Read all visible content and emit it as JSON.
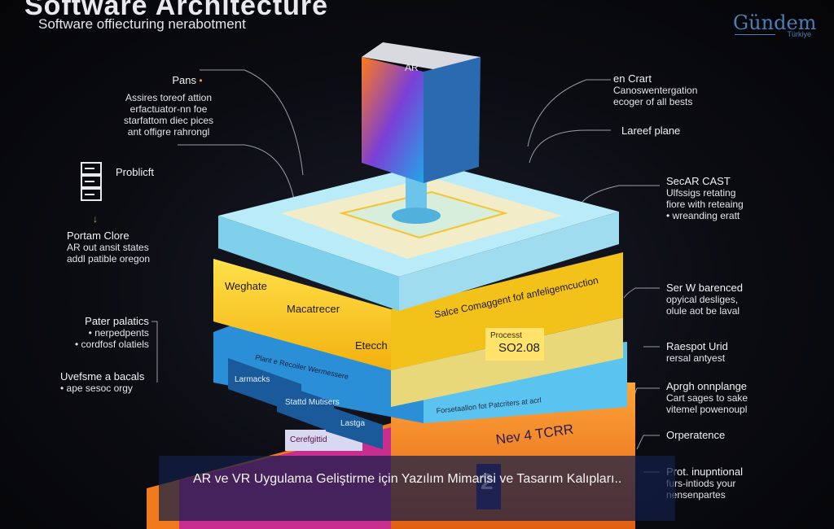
{
  "header": {
    "title_fragment": "Software Architecture",
    "subtitle": "Software offiecturing nerabotment"
  },
  "brand": {
    "name": "Gündem",
    "sub": "Türkiye"
  },
  "left_notes": [
    {
      "heading": "Pans",
      "lines": [
        "Assires toreof attion",
        "erfactuator-nn foe",
        "starfattom diec pices",
        "ant offigre rahrongl"
      ]
    },
    {
      "heading": "Problicft",
      "lines": []
    },
    {
      "heading": "Portam Clore",
      "lines": [
        "AR out ansit states",
        "addl patible oregon"
      ]
    },
    {
      "heading": "Pater palatics",
      "lines": [
        "• nerpedpents",
        "• cordfosf olatiels"
      ]
    },
    {
      "heading": "Uvefsme a bacals",
      "lines": [
        "• ape sesoc orgy"
      ]
    }
  ],
  "right_notes": [
    {
      "heading": "en Crart",
      "lines": [
        "Canoswentergation",
        "ecoger of all bests"
      ]
    },
    {
      "heading": "Lareef plane",
      "lines": []
    },
    {
      "heading": "SecAR CAST",
      "lines": [
        "Ulfssigs retating",
        "fiore with reteaing",
        "• wreanding eratt"
      ]
    },
    {
      "heading": "Ser W barenced",
      "lines": [
        "opyical desliges,",
        "olule aot be laval"
      ]
    },
    {
      "heading": "Raespot Urid",
      "lines": [
        "rersal antyest"
      ]
    },
    {
      "heading": "Aprgh onnplange",
      "lines": [
        "Cart sages to sake",
        "vitemel powenoupl"
      ]
    },
    {
      "heading": "Orperatence",
      "lines": []
    },
    {
      "heading": "Prot. inupntional",
      "lines": [
        "furs-intiods your",
        "nensenpartes"
      ]
    }
  ],
  "stack": {
    "top_device_label": "AR",
    "yellow_layer": {
      "front_words": [
        "Weghate",
        "Macatrecer",
        "Etecch"
      ],
      "side_text": "Salce Comaggent fof anfeligemcuction",
      "badge_small": "Processt",
      "badge_code": "SO2.08"
    },
    "blue_layer": {
      "header": "Plant e Recoiler Wermessere",
      "tiles": [
        "Larmacks",
        "Stattd Mutisers",
        "Lastga"
      ],
      "side_text": "Forsetaallon fot Patcriters at acrl"
    },
    "orange_layer": {
      "label": "Nev 4 TCRR",
      "digit": "2"
    },
    "magenta_layer": {
      "label": "Cerefgittid"
    }
  },
  "caption": {
    "text": "AR ve VR Uygulama Geliştirme için Yazılım Mimarisi ve Tasarım Kalıpları.."
  },
  "colors": {
    "background": "#07080c",
    "yellow": "#f2c21a",
    "light_blue": "#9fdcef",
    "blue": "#2a8fd6",
    "orange": "#f07a1c",
    "magenta": "#c2269c",
    "caption_bg": "#142046",
    "brand": "#4a7fb5"
  },
  "icons": [
    "server-icon",
    "caret-bullet-icon",
    "ar-device-icon"
  ]
}
